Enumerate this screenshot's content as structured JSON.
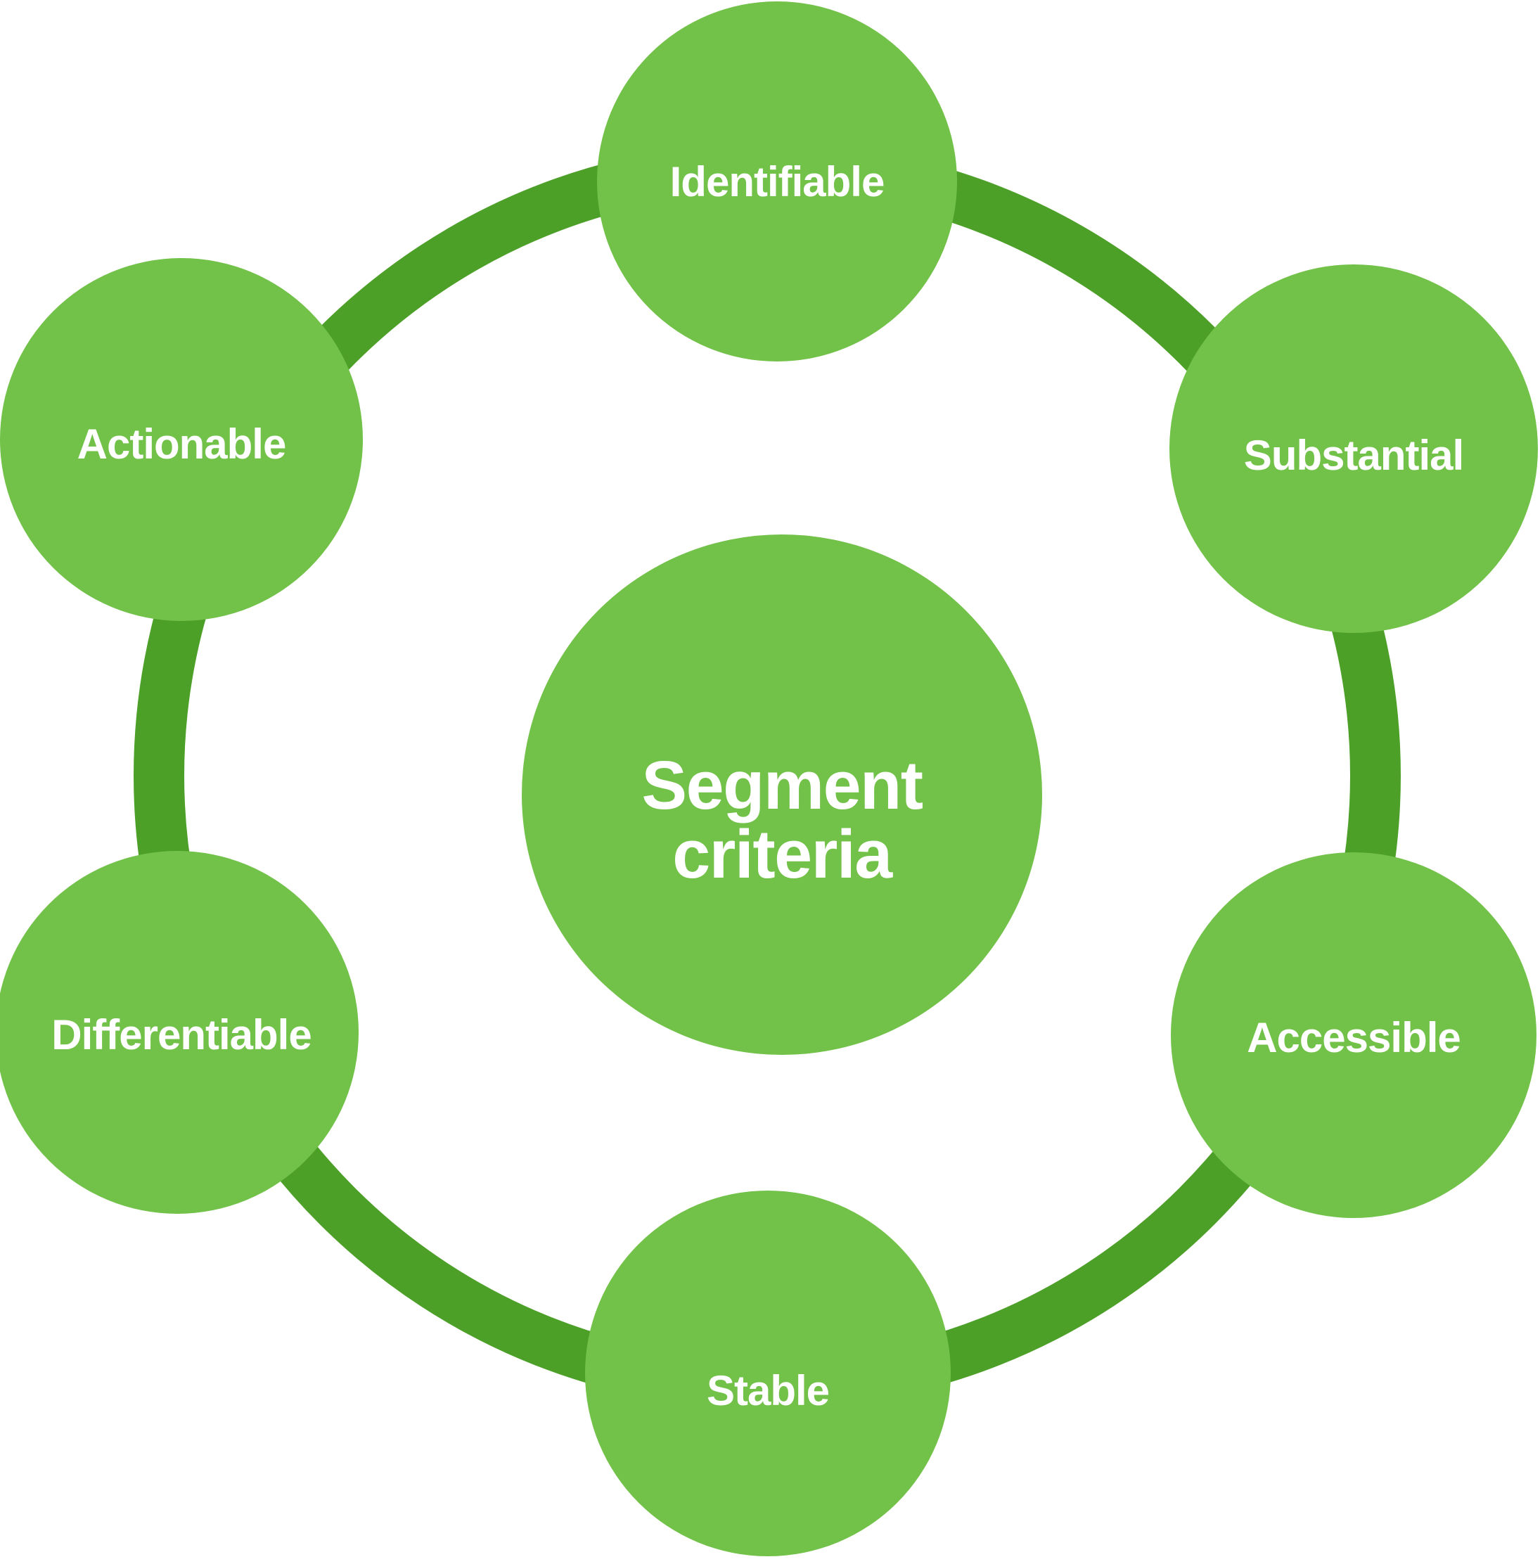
{
  "diagram": {
    "type": "hub-and-spoke-cycle",
    "center": {
      "label_line1": "Segment",
      "label_line2": "criteria"
    },
    "nodes": [
      {
        "id": "identifiable",
        "label": "Identifiable",
        "position": "top"
      },
      {
        "id": "substantial",
        "label": "Substantial",
        "position": "top-right"
      },
      {
        "id": "accessible",
        "label": "Accessible",
        "position": "bottom-right"
      },
      {
        "id": "stable",
        "label": "Stable",
        "position": "bottom"
      },
      {
        "id": "differentiable",
        "label": "Differentiable",
        "position": "bottom-left"
      },
      {
        "id": "actionable",
        "label": "Actionable",
        "position": "top-left"
      }
    ]
  },
  "colors": {
    "node_fill": "#72C249",
    "ring_stroke": "#4CA028",
    "label_text": "#FFFFFF",
    "background": "#FFFFFF"
  }
}
